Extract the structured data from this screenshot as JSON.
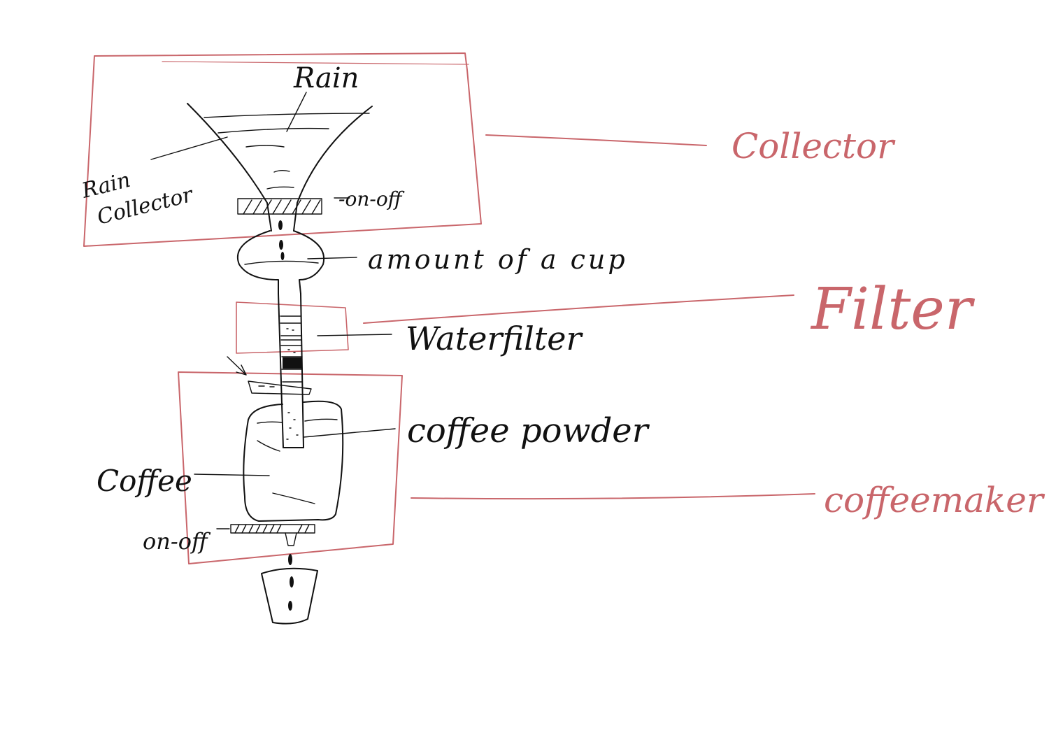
{
  "colors": {
    "ink": "#111111",
    "section": "#c9666b",
    "background": "#ffffff"
  },
  "labels": {
    "rain": "Rain",
    "rain_collector_line1": "Rain",
    "rain_collector_line2": "Collector",
    "top_valve": "-on-off",
    "cup_amount": "amount of a cup",
    "water_filter": "Waterfilter",
    "coffee_powder": "coffee powder",
    "coffee": "Coffee",
    "bottom_valve": "on-off"
  },
  "sections": {
    "collector": "Collector",
    "filter": "Filter",
    "coffeemaker": "coffeemaker"
  }
}
